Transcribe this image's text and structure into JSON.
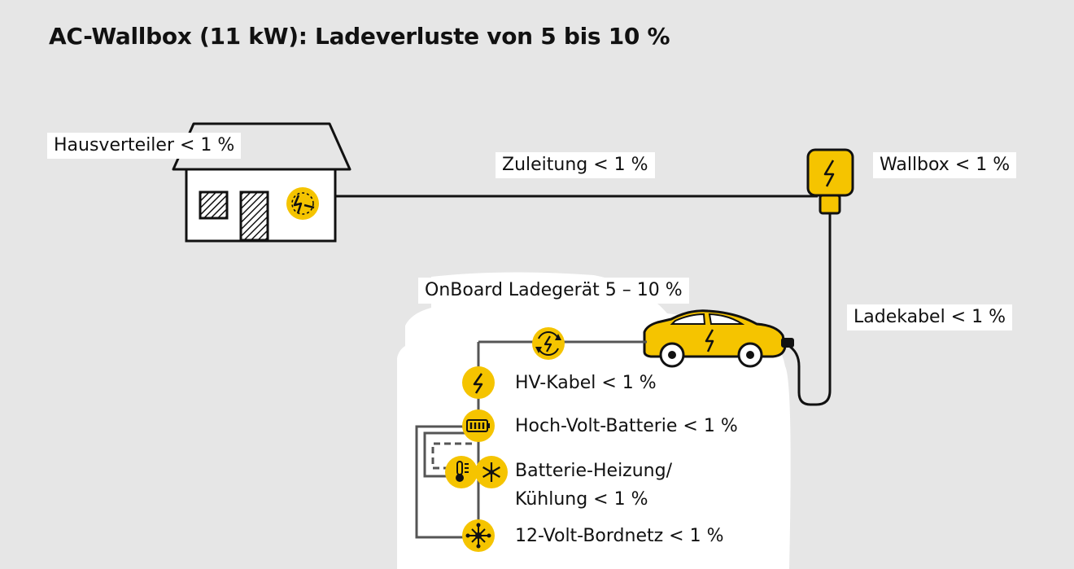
{
  "title": "AC-Wallbox (11 kW): Ladeverluste von 5 bis 10 %",
  "labels": {
    "hausverteiler": "Hausverteiler < 1 %",
    "zuleitung": "Zuleitung < 1 %",
    "wallbox": "Wallbox < 1 %",
    "ladekabel": "Ladekabel < 1 %",
    "onboard": "OnBoard Ladegerät 5 – 10 %",
    "hv_kabel": "HV-Kabel < 1 %",
    "hv_batterie": "Hoch-Volt-Batterie < 1 %",
    "heizung_line1": "Batterie-Heizung/",
    "heizung_line2": "Kühlung < 1 %",
    "bordnetz": "12-Volt-Bordnetz < 1 %"
  },
  "colors": {
    "accent": "#f5c400",
    "background": "#e6e6e6",
    "line": "#111111",
    "panel": "#ffffff"
  },
  "icons": [
    "house-icon",
    "fuse-icon",
    "wallbox-icon",
    "car-icon",
    "charger-icon",
    "lightning-icon",
    "battery-icon",
    "thermometer-icon",
    "snowflake-icon",
    "network-icon"
  ]
}
